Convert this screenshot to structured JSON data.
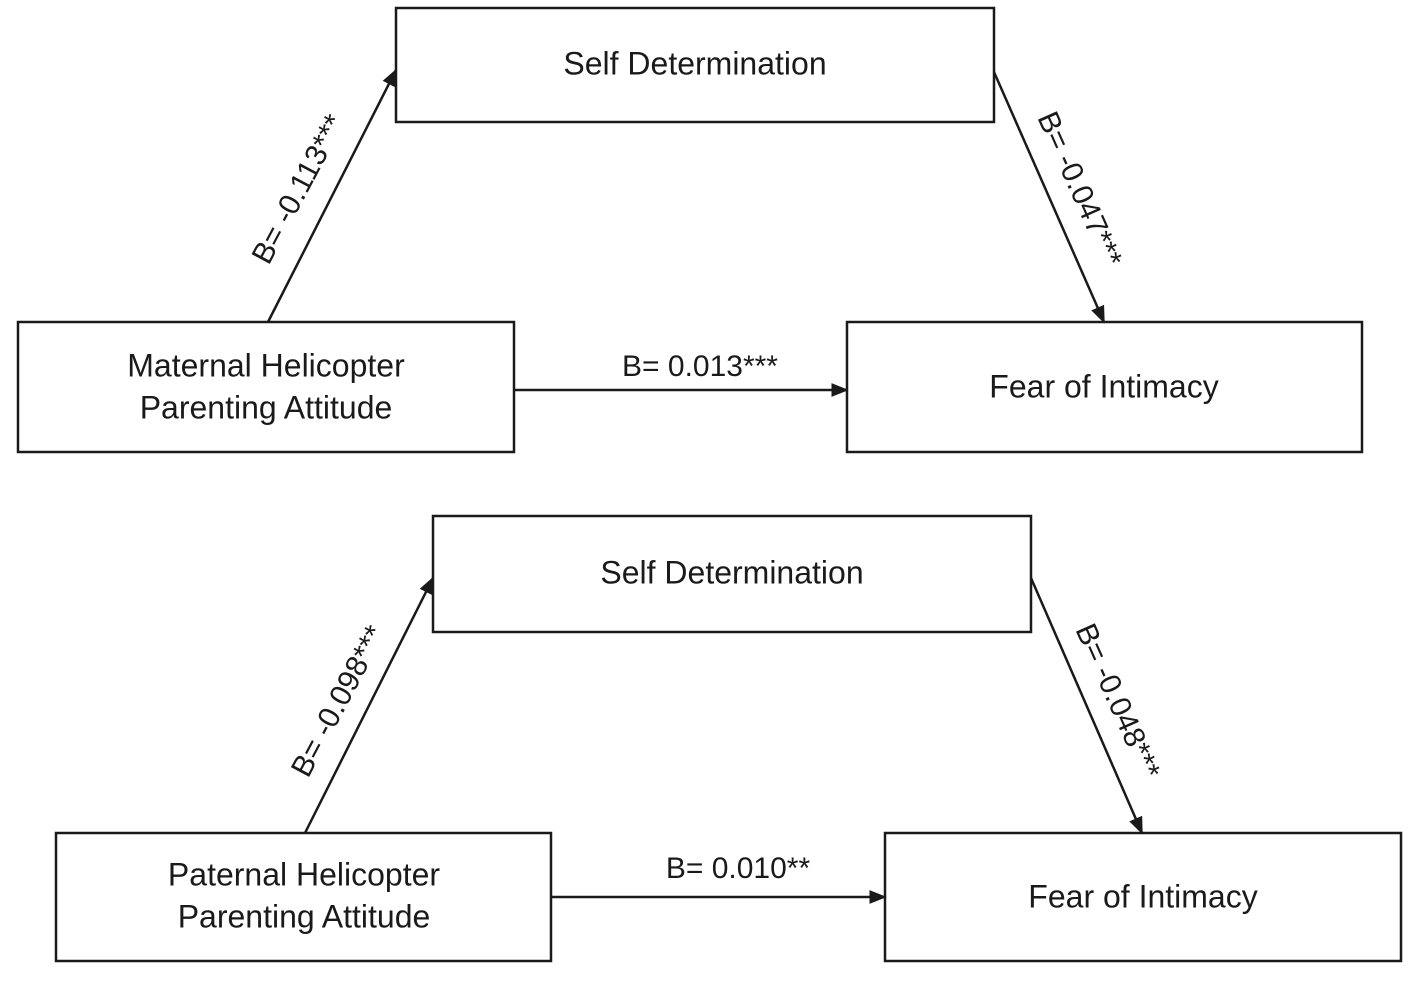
{
  "panels": [
    {
      "mediator": "Self Determination",
      "predictor": [
        "Maternal Helicopter",
        "Parenting Attitude"
      ],
      "outcome": "Fear of Intimacy",
      "path_a": "B= -0.113***",
      "path_b": "B= -0.047***",
      "path_c": "B= 0.013***"
    },
    {
      "mediator": "Self Determination",
      "predictor": [
        "Paternal Helicopter",
        "Parenting Attitude"
      ],
      "outcome": "Fear of Intimacy",
      "path_a": "B= -0.098***",
      "path_b": "B= -0.048***",
      "path_c": "B= 0.010**"
    }
  ],
  "colors": {
    "stroke": "#1a1a1a",
    "text": "#1a1a1a",
    "background": "#ffffff"
  }
}
